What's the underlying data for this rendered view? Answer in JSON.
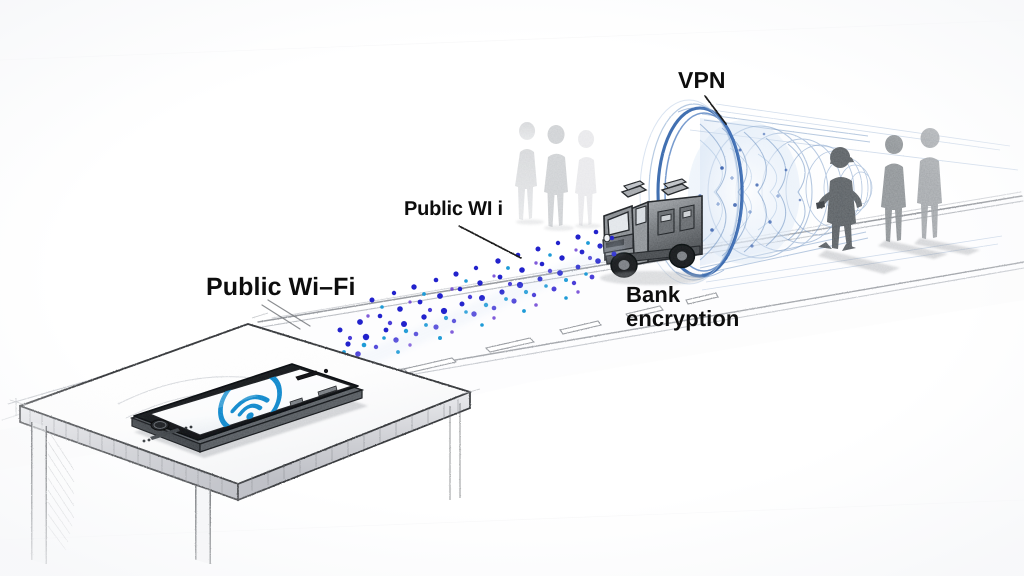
{
  "illustration": {
    "title": "Public Wi-Fi to VPN tunnel security concept sketch",
    "style": "pencil-sketch-line-drawing",
    "background_color": "#ffffff",
    "ink_color": "#2b2b2b",
    "accent_blue": "#1e9bd7",
    "tunnel_blue": "#2f5fa8",
    "data_dot_colors": [
      "#2222cc",
      "#3a3adf",
      "#1e9bd7",
      "#49c2f0",
      "#6b3fd4",
      "#1f3fb8"
    ]
  },
  "labels": {
    "public_wifi_near": "Public Wi–Fi",
    "public_wifi_far": "Public WI i",
    "vpn": "VPN",
    "bank_encryption_line1": "Bank",
    "bank_encryption_line2": "encryption"
  },
  "objects": {
    "table": "sketched wooden desk in perspective",
    "phone": "smartphone lying face up on the desk",
    "phone_screen_icon": "wifi-icon",
    "road": "highway receding to the right with dashed lane markings",
    "data_stream": "stream of blue and purple dots travelling along the road",
    "armored_truck": "armored bank truck carrying encrypted data",
    "tunnel": "translucent blue VPN tunnel",
    "bystanders_left": "three faded human silhouettes beside the road",
    "bystanders_right": "three human silhouettes, the nearest holding a phone"
  },
  "counts": {
    "lane_markings": 5,
    "left_silhouettes": 3,
    "right_silhouettes": 3,
    "tunnel_rings": 9
  }
}
